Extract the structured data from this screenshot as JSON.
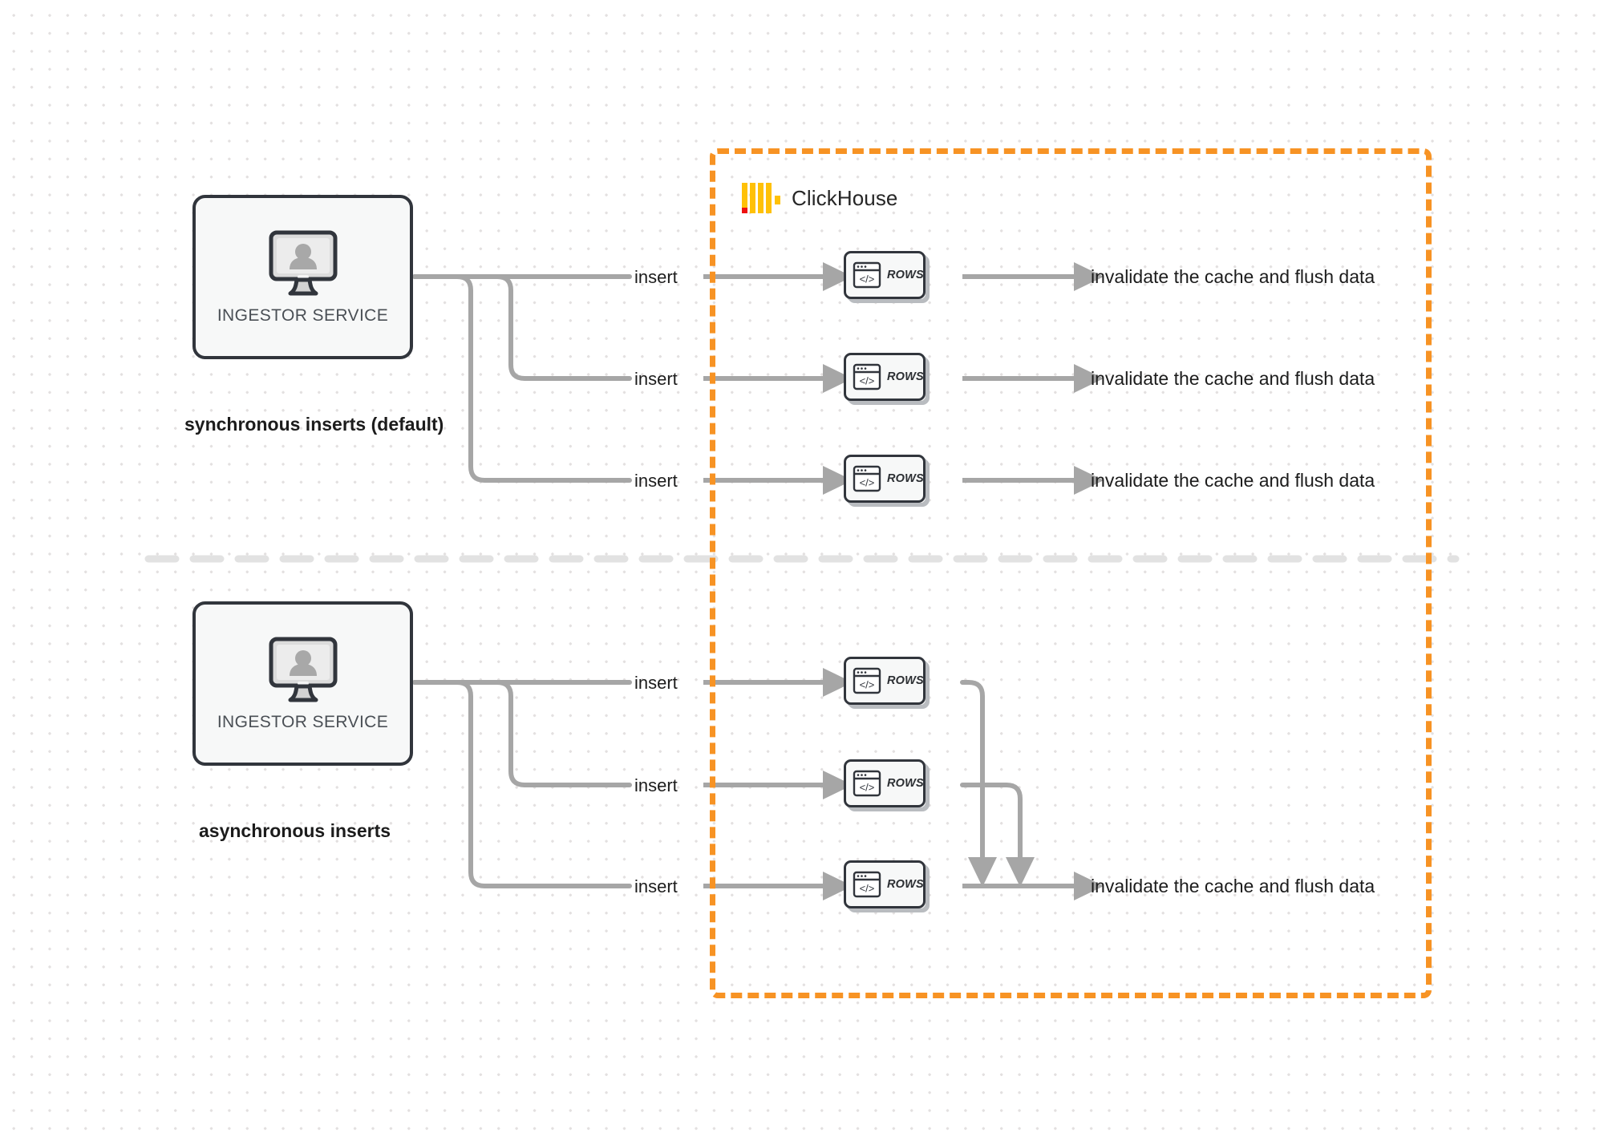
{
  "diagram": {
    "title": "ClickHouse synchronous vs asynchronous inserts",
    "colors": {
      "accent_orange": "#f79324",
      "logo_yellow": "#ffc107",
      "logo_red": "#ee1111",
      "edge_gray": "#a6a6a6",
      "node_border": "#31353c",
      "node_fill": "#f7f8f8",
      "divider_gray": "#e2e2e2",
      "text_dark": "#1c1c1c"
    }
  },
  "clickhouse_boundary": {
    "label": "ClickHouse",
    "logo_name": "clickhouse-logo"
  },
  "sections": [
    {
      "id": "synchronous",
      "caption": "synchronous inserts (default)",
      "source": {
        "label": "INGESTOR SERVICE",
        "icon": "monitor-user-icon"
      },
      "rows": [
        {
          "edge_label": "insert",
          "node_label": "ROWS",
          "node_icon": "code-window-icon",
          "output_label": "invalidate the cache and flush data"
        },
        {
          "edge_label": "insert",
          "node_label": "ROWS",
          "node_icon": "code-window-icon",
          "output_label": "invalidate the cache and flush data"
        },
        {
          "edge_label": "insert",
          "node_label": "ROWS",
          "node_icon": "code-window-icon",
          "output_label": "invalidate the cache and flush data"
        }
      ]
    },
    {
      "id": "asynchronous",
      "caption": "asynchronous inserts",
      "source": {
        "label": "INGESTOR SERVICE",
        "icon": "monitor-user-icon"
      },
      "rows": [
        {
          "edge_label": "insert",
          "node_label": "ROWS",
          "node_icon": "code-window-icon"
        },
        {
          "edge_label": "insert",
          "node_label": "ROWS",
          "node_icon": "code-window-icon"
        },
        {
          "edge_label": "insert",
          "node_label": "ROWS",
          "node_icon": "code-window-icon"
        }
      ],
      "merged_output_label": "invalidate the cache and flush data"
    }
  ]
}
